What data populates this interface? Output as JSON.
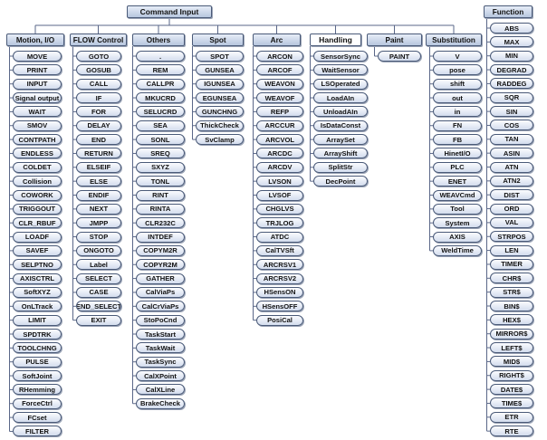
{
  "root": {
    "label": "Command Input"
  },
  "function": {
    "label": "Function",
    "items": [
      "ABS",
      "MAX",
      "MIN",
      "DEGRAD",
      "RADDEG",
      "SQR",
      "SIN",
      "COS",
      "TAN",
      "ASIN",
      "ATN",
      "ATN2",
      "DIST",
      "ORD",
      "VAL",
      "STRPOS",
      "LEN",
      "TIMER",
      "CHR$",
      "STR$",
      "BIN$",
      "HEX$",
      "MIRROR$",
      "LEFT$",
      "MID$",
      "RIGHT$",
      "DATE$",
      "TIME$",
      "ETR",
      "RTE"
    ]
  },
  "categories": [
    {
      "label": "Motion, I/O",
      "items": [
        "MOVE",
        "PRINT",
        "INPUT",
        "Signal output",
        "WAIT",
        "SMOV",
        "CONTPATH",
        "ENDLESS",
        "COLDET",
        "Collision",
        "COWORK",
        "TRIGGOUT",
        "CLR_RBUF",
        "LOADF",
        "SAVEF",
        "SELPTNO",
        "AXISCTRL",
        "SoftXYZ",
        "OnLTrack",
        "LIMIT",
        "SPDTRK",
        "TOOLCHNG",
        "PULSE",
        "SoftJoint",
        "RHemming",
        "ForceCtrl",
        "FCset",
        "FILTER"
      ]
    },
    {
      "label": "FLOW Control",
      "items": [
        "GOTO",
        "GOSUB",
        "CALL",
        "IF",
        "FOR",
        "DELAY",
        "END",
        "RETURN",
        "ELSEIF",
        "ELSE",
        "ENDIF",
        "NEXT",
        "JMPP",
        "STOP",
        "ONGOTO",
        "Label",
        "SELECT",
        "CASE",
        "END_SELECT",
        "EXIT"
      ]
    },
    {
      "label": "Others",
      "items": [
        ".",
        "REM",
        "CALLPR",
        "MKUCRD",
        "SELUCRD",
        "SEA",
        "SONL",
        "SREQ",
        "SXYZ",
        "TONL",
        "RINT",
        "RINTA",
        "CLR232C",
        "INTDEF",
        "COPYM2R",
        "COPYR2M",
        "GATHER",
        "CalViaPs",
        "CalCrViaPs",
        "StoPoCnd",
        "TaskStart",
        "TaskWait",
        "TaskSync",
        "CalXPoint",
        "CalXLine",
        "BrakeCheck"
      ]
    },
    {
      "label": "Spot",
      "items": [
        "SPOT",
        "GUNSEA",
        "IGUNSEA",
        "EGUNSEA",
        "GUNCHNG",
        "ThickCheck",
        "SvClamp"
      ]
    },
    {
      "label": "Arc",
      "items": [
        "ARCON",
        "ARCOF",
        "WEAVON",
        "WEAVOF",
        "REFP",
        "ARCCUR",
        "ARCVOL",
        "ARCDC",
        "ARCDV",
        "LVSON",
        "LVSOF",
        "CHGLVS",
        "TRJLOG",
        "ATDC",
        "CalTVSft",
        "ARCRSV1",
        "ARCRSV2",
        "HSensON",
        "HSensOFF",
        "PosiCal"
      ]
    },
    {
      "label": "Handling",
      "items": [
        "SensorSync",
        "WaitSensor",
        "LSOperated",
        "LoadAIn",
        "UnloadAIn",
        "IsDataConst",
        "ArraySet",
        "ArrayShift",
        "SplitStr",
        "DecPoint"
      ]
    },
    {
      "label": "Paint",
      "items": [
        "PAINT"
      ]
    },
    {
      "label": "Substitution",
      "items": [
        "V",
        "pose",
        "shift",
        "out",
        "in",
        "FN",
        "FB",
        "HinetI/O",
        "PLC",
        "ENET",
        "WEAVCmd",
        "Tool",
        "System",
        "AXIS",
        "WeldTime"
      ]
    }
  ]
}
